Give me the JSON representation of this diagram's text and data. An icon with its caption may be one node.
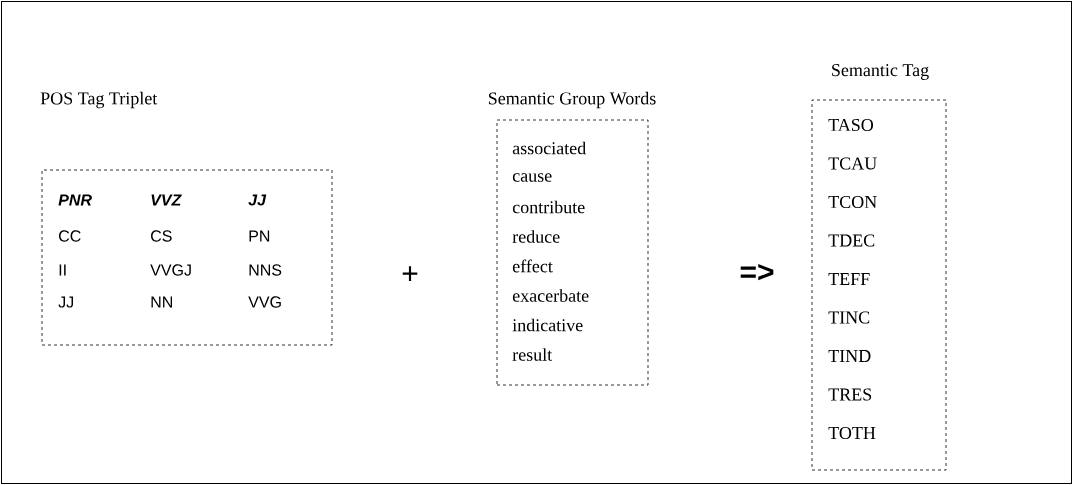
{
  "diagram": {
    "nodes": [
      {
        "text": [
          "POS Tag Triplet",
          "PNR",
          "VVZ",
          "JJ",
          "CC",
          "CS",
          "PN",
          "II",
          "VVGJ",
          "NNS",
          "JJ",
          "NN",
          "VVG"
        ]
      },
      {
        "text": [
          "Semantic Group Words",
          "associated",
          "cause",
          "contribute",
          "reduce",
          "effect",
          "exacerbate",
          "indicative",
          "result"
        ]
      },
      {
        "text": [
          "Semantic Tag",
          "TASO",
          "TCAU",
          "TCON",
          "TDEC",
          "TEFF",
          "TINC",
          "TIND",
          "TRES",
          "TOTH"
        ]
      }
    ],
    "labels": [
      "+",
      "=>"
    ]
  }
}
